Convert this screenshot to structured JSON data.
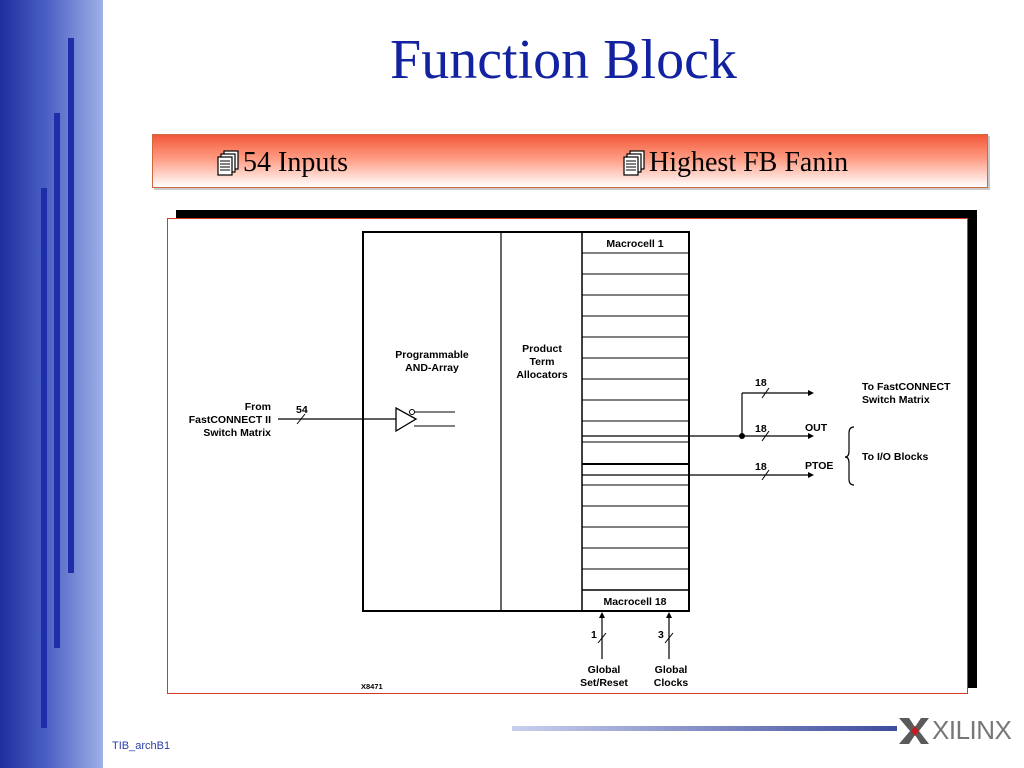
{
  "slide": {
    "title": "Function Block",
    "bullets": [
      "54 Inputs",
      "Highest FB Fanin"
    ],
    "footer": "TIB_archB1",
    "logo_text": "XILINX"
  },
  "diagram": {
    "and_array": [
      "Programmable",
      "AND-Array"
    ],
    "pta": [
      "Product",
      "Term",
      "Allocators"
    ],
    "macrocell_first": "Macrocell 1",
    "macrocell_last": "Macrocell 18",
    "input_label": [
      "From",
      "FastCONNECT II",
      "Switch Matrix"
    ],
    "input_bus": "54",
    "out_bus_top": "18",
    "out_bus_mid": "18",
    "out_bus_bot": "18",
    "to_fastconnect": [
      "To FastCONNECT",
      "Switch Matrix"
    ],
    "out_label": "OUT",
    "ptoe_label": "PTOE",
    "to_io": "To I/O Blocks",
    "global_setreset_bus": "1",
    "global_clocks_bus": "3",
    "global_setreset": [
      "Global",
      "Set/Reset"
    ],
    "global_clocks": [
      "Global",
      "Clocks"
    ],
    "figure_id": "X8471"
  },
  "colors": {
    "title": "#1222a0",
    "banner_top": "#f2593a",
    "frame_border": "#d4372c",
    "sidebar": "#1f2f9e"
  }
}
